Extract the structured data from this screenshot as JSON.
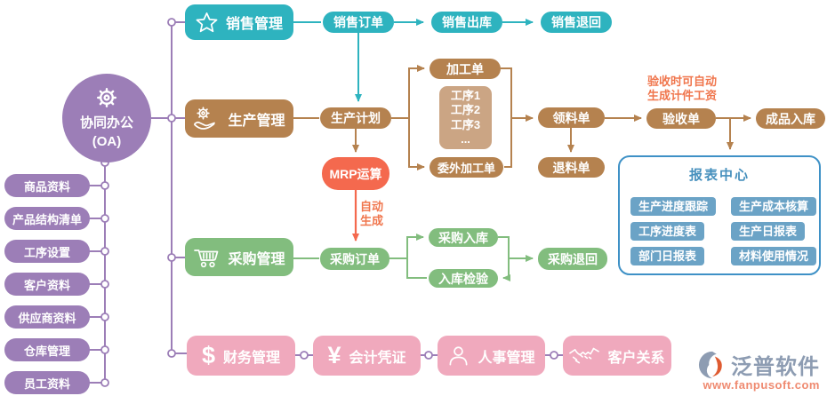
{
  "oa_hub": {
    "title_line1": "协同办公",
    "title_line2": "(OA)"
  },
  "left_items": [
    "商品资料",
    "产品结构清单",
    "工序设置",
    "客户资料",
    "供应商资料",
    "仓库管理",
    "员工资料"
  ],
  "modules": {
    "sales": "销售管理",
    "production": "生产管理",
    "purchase": "采购管理",
    "finance": "财务管理",
    "voucher": "会计凭证",
    "hr": "人事管理",
    "crm": "客户关系"
  },
  "sales_flow": {
    "order": "销售订单",
    "outbound": "销售出库",
    "sales_return": "销售退回"
  },
  "production_flow": {
    "plan": "生产计划",
    "mrp": "MRP运算",
    "process_order": "加工单",
    "steps": [
      "工序1",
      "工序2",
      "工序3",
      "..."
    ],
    "outsource_order": "委外加工单",
    "material_requisition": "领料单",
    "material_return": "退料单",
    "acceptance": "验收单",
    "finished_goods_in": "成品入库"
  },
  "purchase_flow": {
    "order": "采购订单",
    "inbound": "采购入库",
    "inspection": "入库检验",
    "purchase_return": "采购退回"
  },
  "annotations": {
    "auto_generate": [
      "自动",
      "生成"
    ],
    "acceptance_note": [
      "验收时可自动",
      "生成计件工资"
    ]
  },
  "report_center": {
    "title": "报表中心",
    "items": [
      "生产进度跟踪",
      "生产成本核算",
      "工序进度表",
      "生产日报表",
      "部门日报表",
      "材料使用情况"
    ]
  },
  "logo": {
    "name": "泛普软件",
    "url": "www.fanpusoft.com"
  },
  "currency_icons": {
    "dollar": "$",
    "yen": "¥"
  },
  "colors": {
    "teal": "#2eb3bf",
    "brown": "#b5824f",
    "light_brown": "#cba584",
    "red": "#f4694e",
    "orange_text": "#f0764d",
    "green": "#82bd7e",
    "pink": "#f0a9bd",
    "purple": "#9c7eb7",
    "report_blue": "#6ba3c6",
    "report_border": "#3e91c6",
    "logo_gray": "#8d9cb2",
    "logo_orange": "#df5b31"
  }
}
